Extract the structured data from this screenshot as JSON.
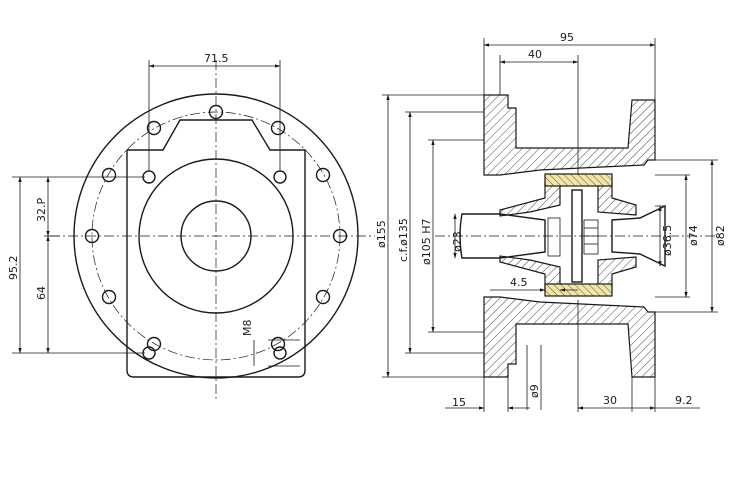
{
  "front_view": {
    "dims": {
      "width_top": "71.5",
      "height_total": "95.2",
      "upper": "32.P",
      "lower": "64",
      "thread": "M8"
    }
  },
  "section_view": {
    "dims": {
      "length_total": "95",
      "length_inner": "40",
      "d_outer": "ø155",
      "d_bolt_circle": "c.f.ø135",
      "d_spigot": "ø105 H7",
      "d_shaft": "ø23",
      "d_bore": "ø36.5",
      "d_74": "ø74",
      "d_82": "ø82",
      "gap": "4.5",
      "flange_thk": "15",
      "hole": "ø9",
      "len_30": "30",
      "len_92": "9.2"
    }
  },
  "colors": {
    "line": "#1a1a1a",
    "background": "#ffffff",
    "coupling_fill": "#f2e6a6"
  }
}
